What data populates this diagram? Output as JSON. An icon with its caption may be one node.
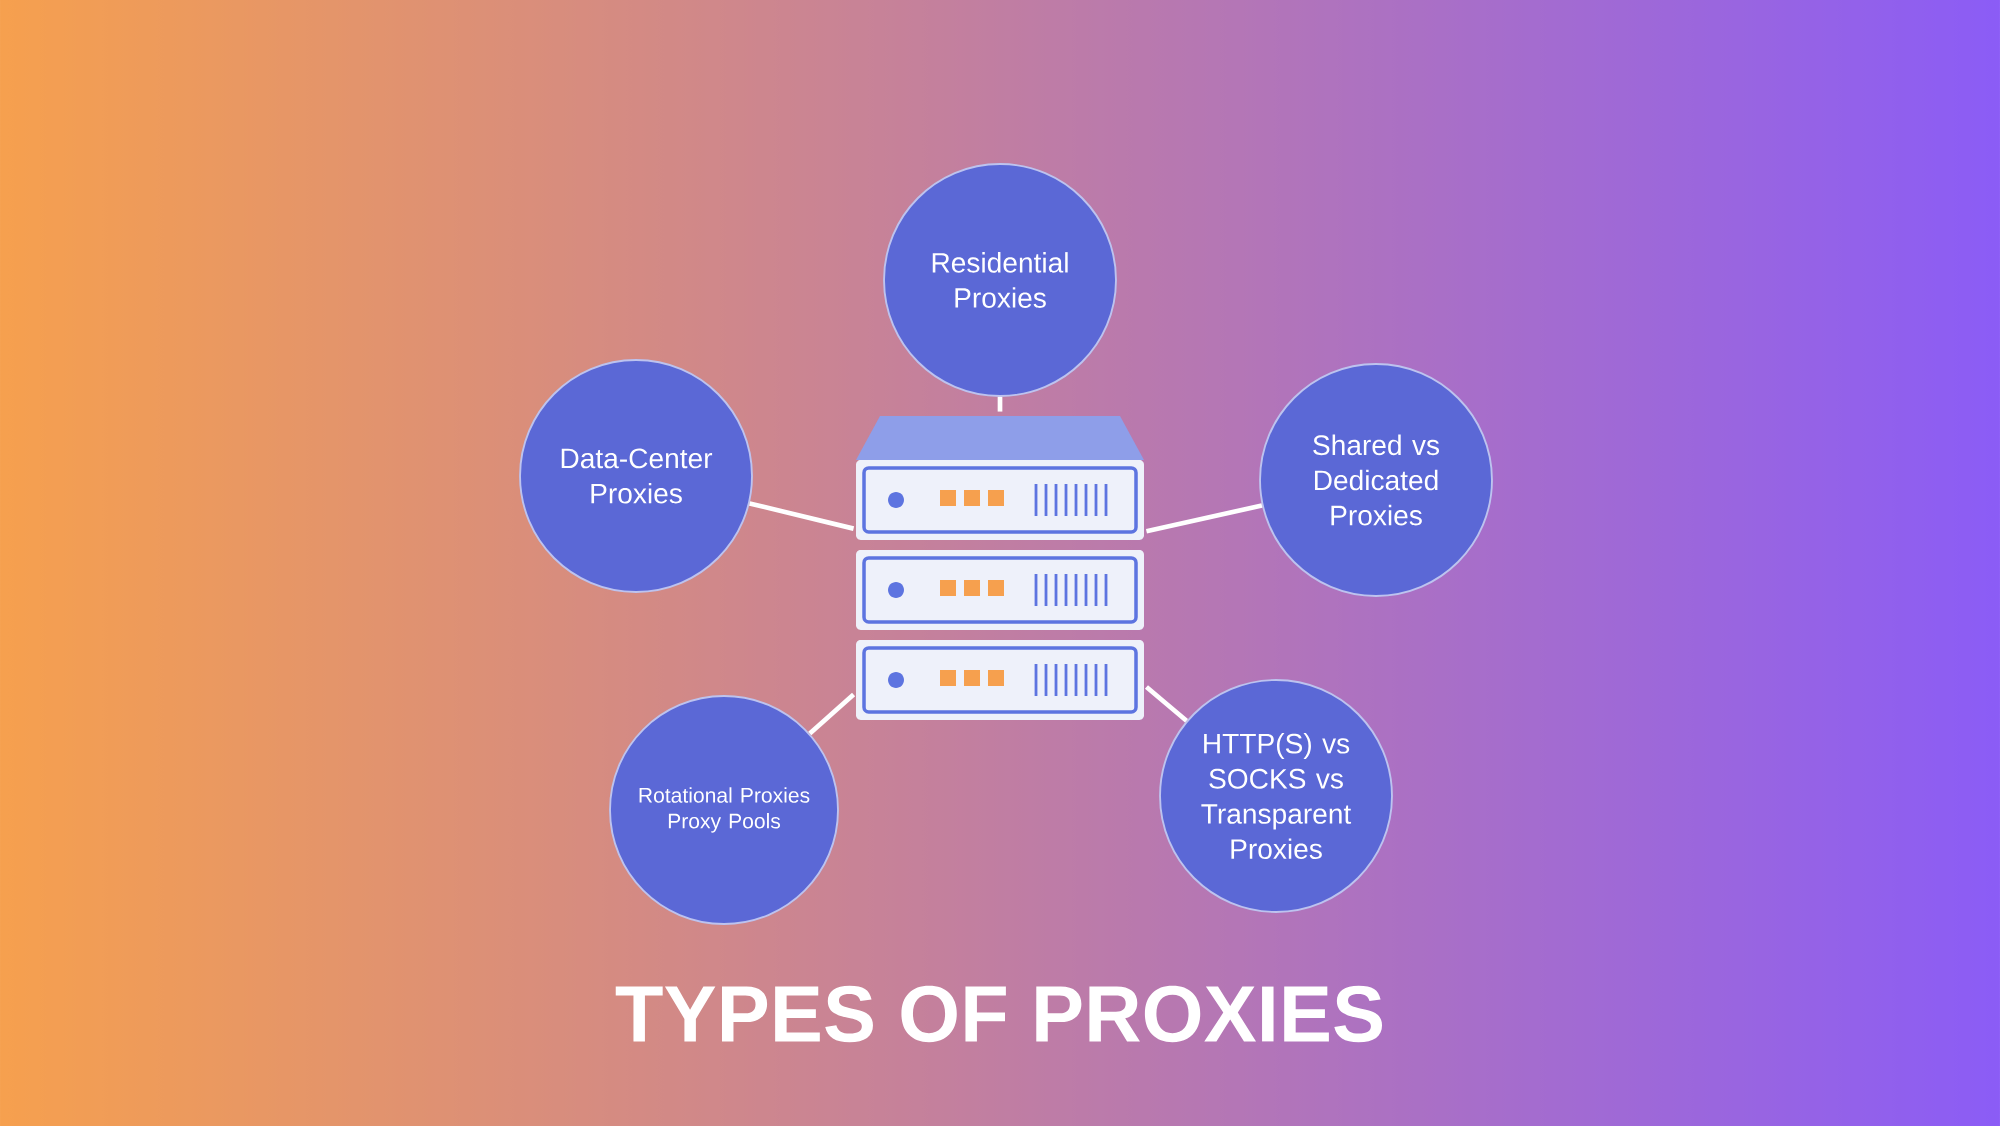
{
  "diagram": {
    "title": "TYPES OF PROXIES",
    "nodes": [
      {
        "text": [],
        "shape": "picture"
      },
      {
        "text": [
          "Residential Proxies"
        ]
      },
      {
        "text": [
          "Data-Center Proxies"
        ]
      },
      {
        "text": [
          "Shared vs Dedicated Proxies"
        ]
      },
      {
        "text": [
          "Rotational Proxies Proxy Pools"
        ]
      },
      {
        "text": [
          "HTTP(S) vs SOCKS vs Transparent Proxies"
        ]
      }
    ],
    "edges": [
      {
        "from": 0,
        "to": 1,
        "arrow": "none"
      },
      {
        "from": 0,
        "to": 2,
        "arrow": "none"
      },
      {
        "from": 0,
        "to": 3,
        "arrow": "none"
      },
      {
        "from": 0,
        "to": 4,
        "arrow": "none"
      },
      {
        "from": 0,
        "to": 5,
        "arrow": "none"
      }
    ]
  }
}
